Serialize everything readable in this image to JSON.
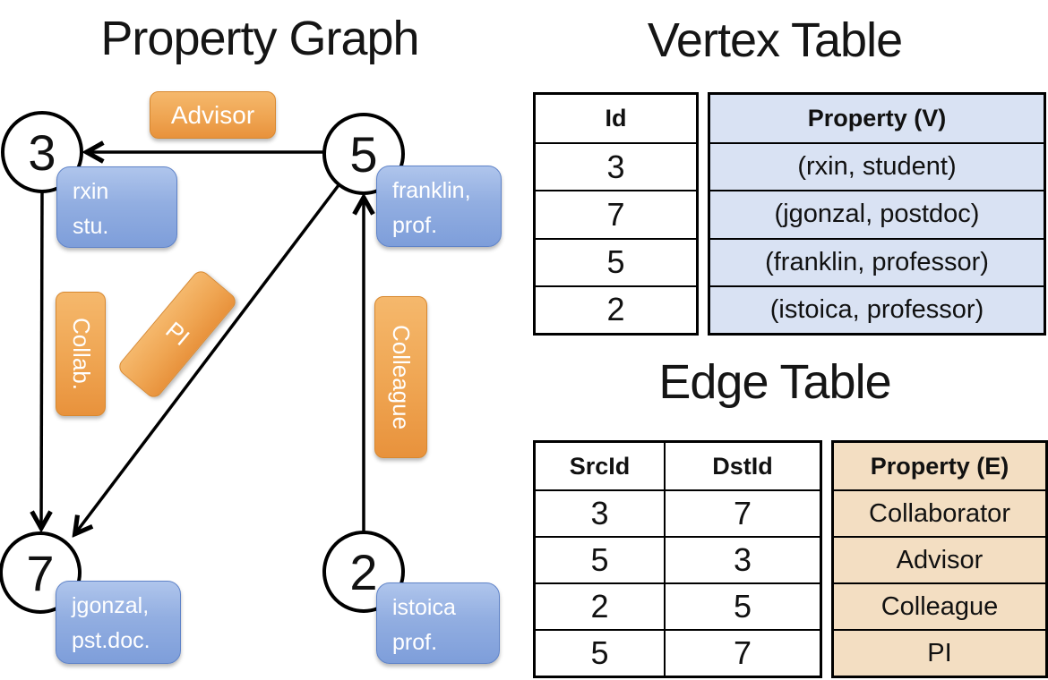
{
  "graph": {
    "title": "Property Graph",
    "nodes": [
      {
        "id": "3",
        "prop_line1": "rxin",
        "prop_line2": "stu."
      },
      {
        "id": "5",
        "prop_line1": "franklin,",
        "prop_line2": "prof."
      },
      {
        "id": "7",
        "prop_line1": "jgonzal,",
        "prop_line2": "pst.doc."
      },
      {
        "id": "2",
        "prop_line1": "istoica",
        "prop_line2": "prof."
      }
    ],
    "edge_labels": {
      "advisor": "Advisor",
      "collab": "Collab.",
      "pi": "PI",
      "colleague": "Colleague"
    }
  },
  "vertex_table": {
    "title": "Vertex Table",
    "headers": {
      "id": "Id",
      "property": "Property (V)"
    },
    "rows": [
      {
        "id": "3",
        "property": "(rxin, student)"
      },
      {
        "id": "7",
        "property": "(jgonzal, postdoc)"
      },
      {
        "id": "5",
        "property": "(franklin, professor)"
      },
      {
        "id": "2",
        "property": "(istoica, professor)"
      }
    ]
  },
  "edge_table": {
    "title": "Edge Table",
    "headers": {
      "src": "SrcId",
      "dst": "DstId",
      "property": "Property (E)"
    },
    "rows": [
      {
        "src": "3",
        "dst": "7",
        "property": "Collaborator"
      },
      {
        "src": "5",
        "dst": "3",
        "property": "Advisor"
      },
      {
        "src": "2",
        "dst": "5",
        "property": "Colleague"
      },
      {
        "src": "5",
        "dst": "7",
        "property": "PI"
      }
    ]
  },
  "colors": {
    "edge_label_orange": "#ED9C45",
    "vertex_prop_blue": "#8FABDE",
    "vertex_table_fill": "#D9E2F3",
    "edge_table_fill": "#F3DEC2",
    "line_black": "#000000"
  }
}
